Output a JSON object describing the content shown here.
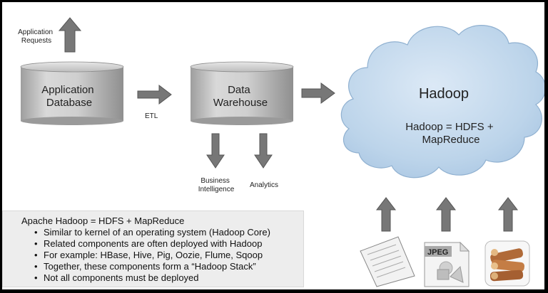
{
  "diagram": {
    "application_requests": [
      "Application",
      "Requests"
    ],
    "application_database": [
      "Application",
      "Database"
    ],
    "etl": "ETL",
    "data_warehouse": [
      "Data",
      "Warehouse"
    ],
    "business_intelligence": [
      "Business",
      "Intelligence"
    ],
    "analytics": "Analytics",
    "hadoop_title": "Hadoop",
    "hadoop_formula": [
      "Hadoop = HDFS +",
      "MapReduce"
    ],
    "jpeg_label": "JPEG"
  },
  "note": {
    "title": "Apache Hadoop = HDFS + MapReduce",
    "items": [
      "Similar to kernel of an operating system (Hadoop Core)",
      "Related components are often deployed with Hadoop",
      "For example: HBase, Hive, Pig, Oozie, Flume, Sqoop",
      "Together, these components form a “Hadoop Stack”",
      "Not all components must be deployed"
    ]
  },
  "colors": {
    "frame": "#000000",
    "cylinder": "#c8c8c8",
    "arrow": "#6f6f6f",
    "cloud": "#bcd4ea",
    "note_bg": "#ededed"
  }
}
